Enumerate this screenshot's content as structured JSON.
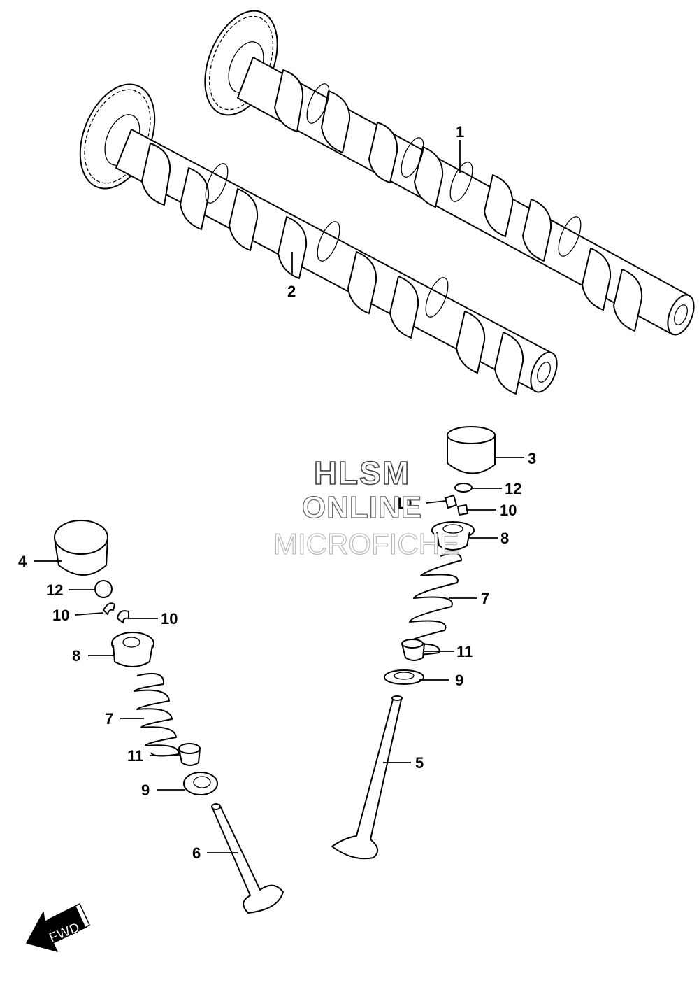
{
  "watermark": {
    "line1": "HLSM",
    "line2": "ONLINE",
    "line3": "MICROFICHE"
  },
  "fwd_label": "FWD",
  "callouts": {
    "c1": "1",
    "c2": "2",
    "c3": "3",
    "c4": "4",
    "c5": "5",
    "c6": "6",
    "c7_right": "7",
    "c7_left": "7",
    "c8_right": "8",
    "c8_left": "8",
    "c9_right": "9",
    "c9_left": "9",
    "c10_right_a": "10",
    "c10_right_b": "10",
    "c10_left_a": "10",
    "c10_left_b": "10",
    "c11_right": "11",
    "c11_left": "11",
    "c12_right": "12",
    "c12_left": "12"
  }
}
